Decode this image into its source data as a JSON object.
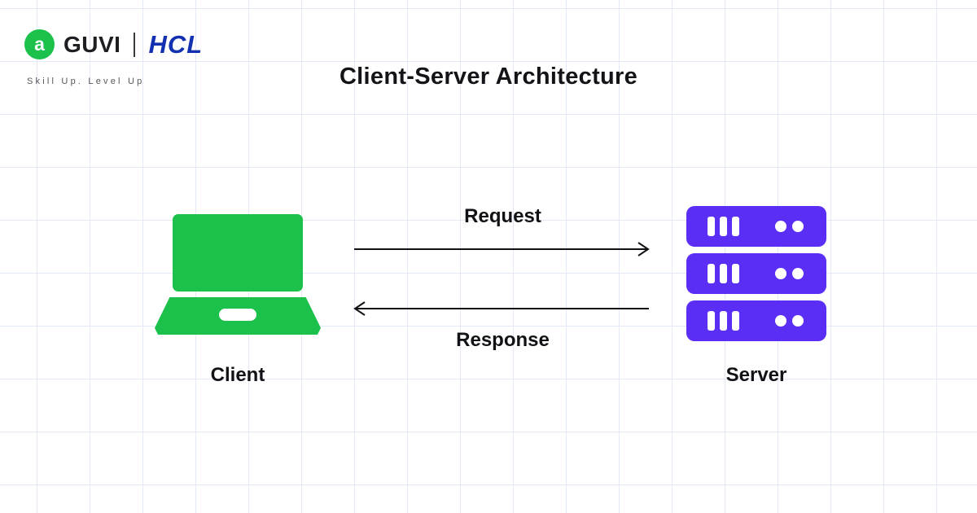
{
  "page": {
    "title": "Client-Server Architecture"
  },
  "header": {
    "guvi_logo_text": "GUVI",
    "guvi_tagline": "Skill Up. Level Up",
    "hcl_logo_text": "HCL"
  },
  "diagram": {
    "client_label": "Client",
    "server_label": "Server",
    "request_label": "Request",
    "response_label": "Response",
    "server_unit_count": 3
  },
  "icons": {
    "guvi_mark_glyph": "a",
    "client_icon": "laptop-icon",
    "server_icon": "server-stack-icon"
  },
  "colors": {
    "client_green": "#1BC14B",
    "server_purple": "#5B2EF5",
    "hcl_blue": "#1230B0",
    "text_dark": "#121216",
    "grid_line": "#E3E9F7"
  }
}
